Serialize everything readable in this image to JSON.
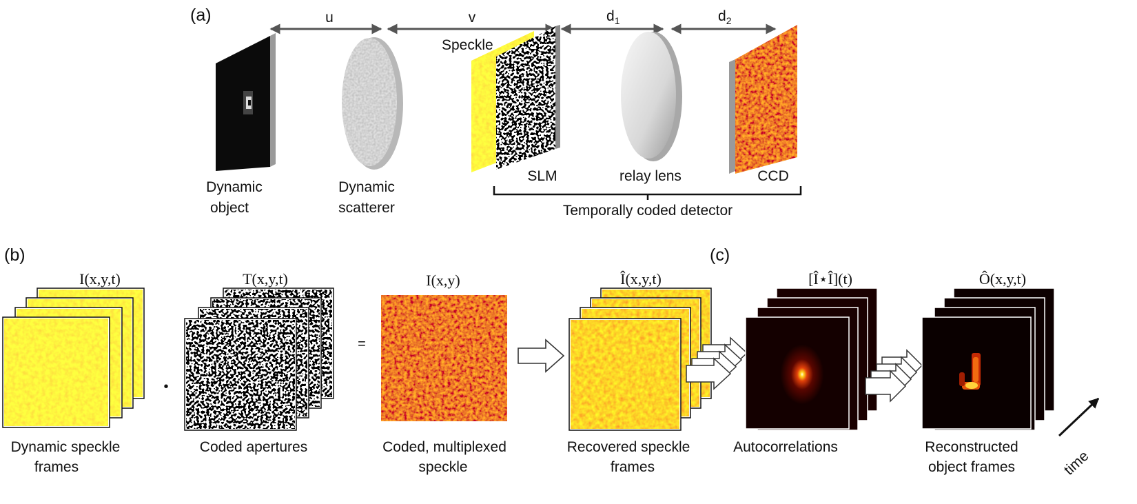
{
  "panel_a": {
    "label": "(a)",
    "distances": {
      "u": "u",
      "v": "v",
      "d1": "d",
      "d1_sub": "1",
      "d2": "d",
      "d2_sub": "2"
    },
    "speckle_label": "Speckle",
    "components": [
      {
        "line1": "Dynamic",
        "line2": "object"
      },
      {
        "line1": "Dynamic",
        "line2": "scatterer"
      },
      {
        "line1": "SLM"
      },
      {
        "line1": "relay lens"
      },
      {
        "line1": "CCD"
      }
    ],
    "detector_label": "Temporally coded detector"
  },
  "panel_b": {
    "label": "(b)",
    "stacks": [
      {
        "formula": "I(x,y,t)",
        "caption1": "Dynamic speckle",
        "caption2": "frames"
      },
      {
        "formula": "T(x,y,t)",
        "caption1": "Coded apertures",
        "caption2": ""
      },
      {
        "formula": "I(x,y)",
        "caption1": "Coded, multiplexed",
        "caption2": "speckle"
      },
      {
        "formula": "Î(x,y,t)",
        "caption1": "Recovered speckle",
        "caption2": "frames"
      }
    ],
    "dot_operator": "•",
    "equals_operator": "="
  },
  "panel_c": {
    "label": "(c)",
    "stacks": [
      {
        "formula": "[Î⋆Î](t)",
        "caption1": "Autocorrelations",
        "caption2": ""
      },
      {
        "formula": "Ô(x,y,t)",
        "caption1": "Reconstructed",
        "caption2": "object frames"
      }
    ],
    "time_label": "time"
  },
  "colors": {
    "speckle_yellow": "#f5e03a",
    "speckle_orange": "#f59a1a",
    "ccd_red": "#c52a0a",
    "autocorr_dark": "#1a0000",
    "arrow_gray": "#666666"
  }
}
